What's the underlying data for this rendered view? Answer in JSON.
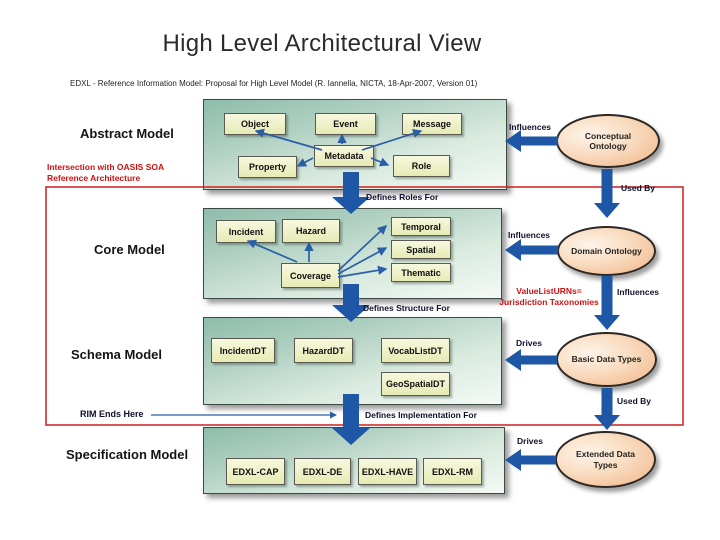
{
  "slide": {
    "title": "High Level Architectural View",
    "subtitle": "EDXL - Reference Information Model: Proposal for High Level Model (R. Iannella, NICTA, 18-Apr-2007, Version 01)"
  },
  "models": {
    "abstract": {
      "label": "Abstract Model",
      "boxes": {
        "object": "Object",
        "event": "Event",
        "message": "Message",
        "metadata": "Metadata",
        "property": "Property",
        "role": "Role"
      }
    },
    "core": {
      "label": "Core Model",
      "boxes": {
        "incident": "Incident",
        "hazard": "Hazard",
        "coverage": "Coverage",
        "temporal": "Temporal",
        "spatial": "Spatial",
        "thematic": "Thematic"
      }
    },
    "schema": {
      "label": "Schema Model",
      "boxes": {
        "incident_dt": "IncidentDT",
        "hazard_dt": "HazardDT",
        "vocablist_dt": "VocabListDT",
        "geospatial_dt": "GeoSpatialDT"
      }
    },
    "specification": {
      "label": "Specification Model",
      "boxes": {
        "cap": "EDXL-CAP",
        "de": "EDXL-DE",
        "have": "EDXL-HAVE",
        "rm": "EDXL-RM"
      }
    }
  },
  "ontology_chain": {
    "conceptual": "Conceptual Ontology",
    "domain": "Domain Ontology",
    "basic": "Basic Data Types",
    "extended": "Extended Data Types"
  },
  "edge_labels": {
    "influences_conceptual": "Influences",
    "used_by_conceptual_domain": "Used By",
    "influences_domain": "Influences",
    "influences_domain_basic": "Influences",
    "drives_basic": "Drives",
    "used_by_basic_extended": "Used By",
    "drives_extended": "Drives",
    "defines_roles": "Defines Roles For",
    "defines_structure": "Defines Structure For",
    "defines_implementation": "Defines Implementation For"
  },
  "annotations": {
    "intersection_line1": "Intersection with OASIS SOA",
    "intersection_line2": "Reference Architecture",
    "valuelist_line1": "ValueListURNs=",
    "valuelist_line2": "Jurisdiction Taxonomies",
    "rim_note": "RIM Ends Here"
  },
  "colors": {
    "arrow_blue": "#1d57a5",
    "connector_blue": "#2a5fa8",
    "highlight_red": "#cc1111",
    "panel_green_top": "#8ebcab",
    "panel_green_bottom": "#f4faf4",
    "box_yellow": "#eef0c4",
    "ellipse_peach": "#f0b285",
    "label_navy": "#10102e"
  }
}
